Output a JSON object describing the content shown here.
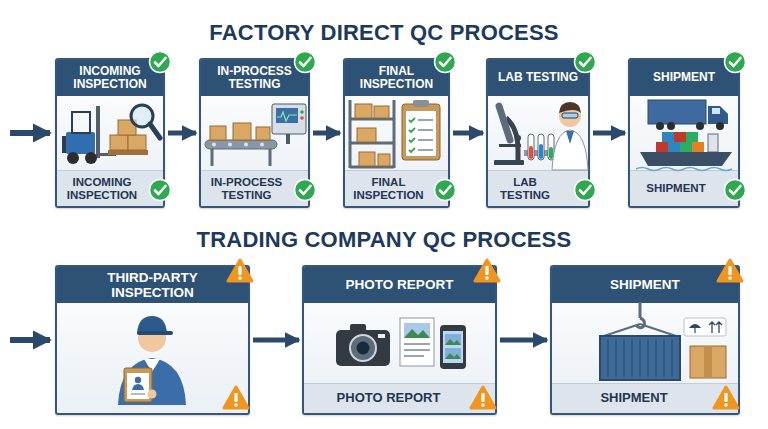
{
  "diagram": {
    "title": "FACTORY DIRECT QC PROCESS",
    "nodes": [
      {
        "text": [
          "INCOMING INSPECTION",
          "INCOMING INSPECTION"
        ]
      },
      {
        "text": [
          "IN-PROCESS TESTING",
          "IN-PROCESS TESTING"
        ]
      },
      {
        "text": [
          "FINAL INSPECTION",
          "FINAL INSPECTION"
        ]
      },
      {
        "text": [
          "LAB TESTING",
          "LAB TESTING"
        ]
      },
      {
        "text": [
          "SHIPMENT",
          "SHIPMENT"
        ]
      },
      {
        "text": [
          "THIRD-PARTY INSPECTION"
        ]
      },
      {
        "text": [
          "PHOTO REPORT",
          "PHOTO REPORT"
        ]
      },
      {
        "text": [
          "SHIPMENT",
          "SHIPMENT"
        ]
      }
    ],
    "edges": [
      {
        "from": 0,
        "to": 1,
        "arrow": "to"
      },
      {
        "from": 1,
        "to": 2,
        "arrow": "to"
      },
      {
        "from": 2,
        "to": 3,
        "arrow": "to"
      },
      {
        "from": 3,
        "to": 4,
        "arrow": "to"
      },
      {
        "from": 5,
        "to": 6,
        "arrow": "to"
      },
      {
        "from": 6,
        "to": 7,
        "arrow": "to"
      }
    ],
    "labels": [
      "TRADING COMPANY QC PROCESS"
    ]
  }
}
